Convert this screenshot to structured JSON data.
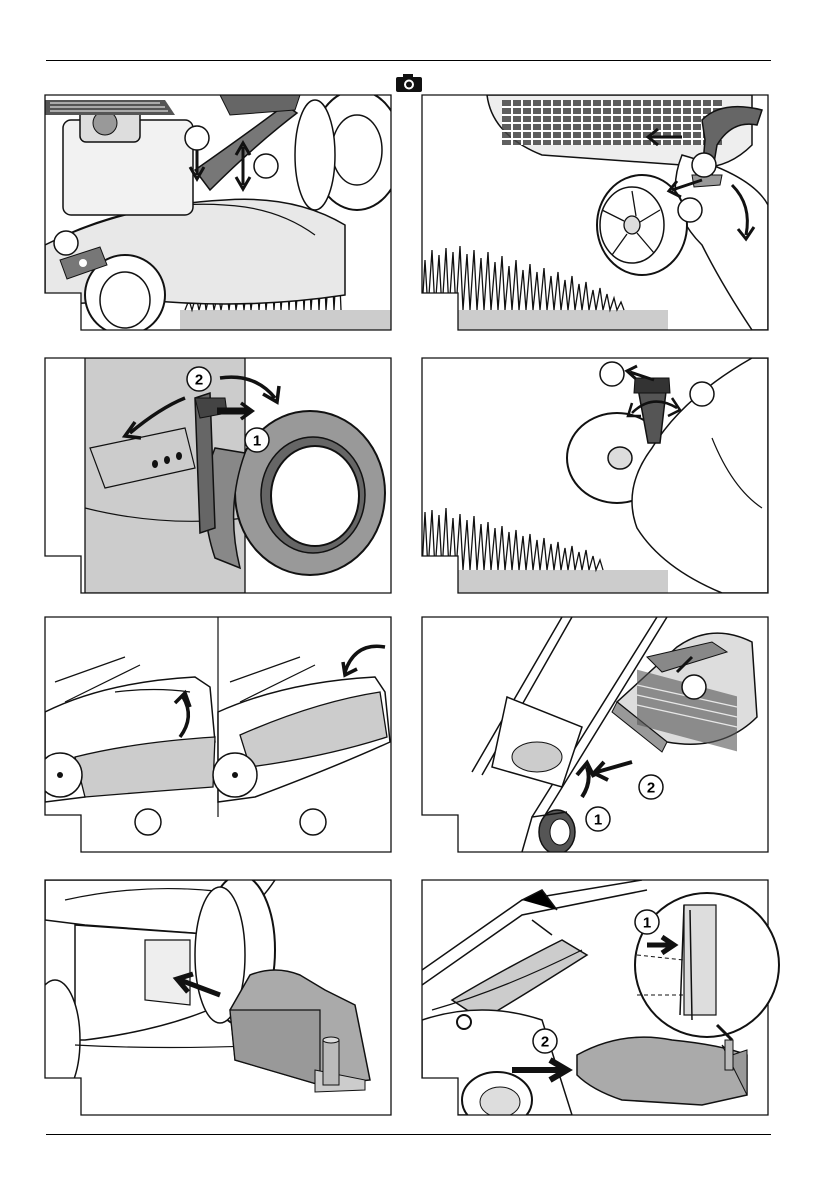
{
  "header": {
    "camera_icon": "camera-icon"
  },
  "figures": [
    {
      "id": "engine-lever",
      "callouts": [
        "",
        "",
        ""
      ]
    },
    {
      "id": "handle-wheel",
      "callouts": [
        "",
        ""
      ]
    },
    {
      "id": "wheel-lever-closeup",
      "callouts": [
        "2",
        "1"
      ]
    },
    {
      "id": "wheel-hub-lever",
      "callouts": [
        "",
        ""
      ]
    },
    {
      "id": "cover-open-close",
      "callouts": [
        "",
        ""
      ]
    },
    {
      "id": "grass-bag-attach",
      "callouts": [
        "",
        "1",
        "2"
      ]
    },
    {
      "id": "mulch-insert",
      "callouts": []
    },
    {
      "id": "side-discharge",
      "callouts": [
        "1",
        "2"
      ]
    }
  ]
}
